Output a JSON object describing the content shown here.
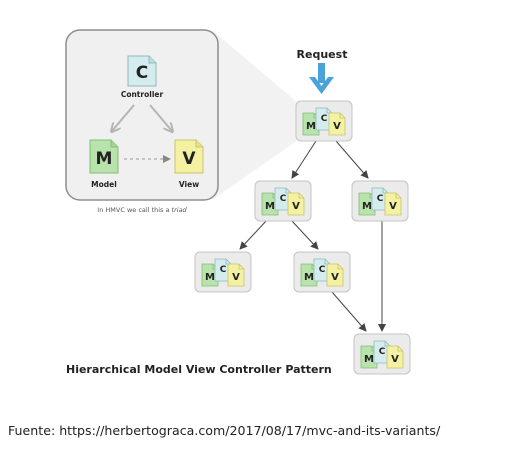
{
  "triad_detail": {
    "controller_letter": "C",
    "controller_label": "Controller",
    "model_letter": "M",
    "model_label": "Model",
    "view_letter": "V",
    "view_label": "View",
    "caption_prefix": "In HMVC we call this a ",
    "caption_emphasis": "triad"
  },
  "request_label": "Request",
  "node_letters": {
    "m": "M",
    "c": "C",
    "v": "V"
  },
  "diagram_title": "Hierarchical Model View Controller Pattern",
  "source_caption": "Fuente: https://herbertograca.com/2017/08/17/mvc-and-its-variants/",
  "colors": {
    "controller_fill": "#d5ecee",
    "model_fill": "#b9e3ac",
    "view_fill": "#f4f1a2",
    "node_box": "#ebebeb",
    "request_arrow": "#4aa3d8",
    "panel_fill": "#f0f0f0"
  }
}
